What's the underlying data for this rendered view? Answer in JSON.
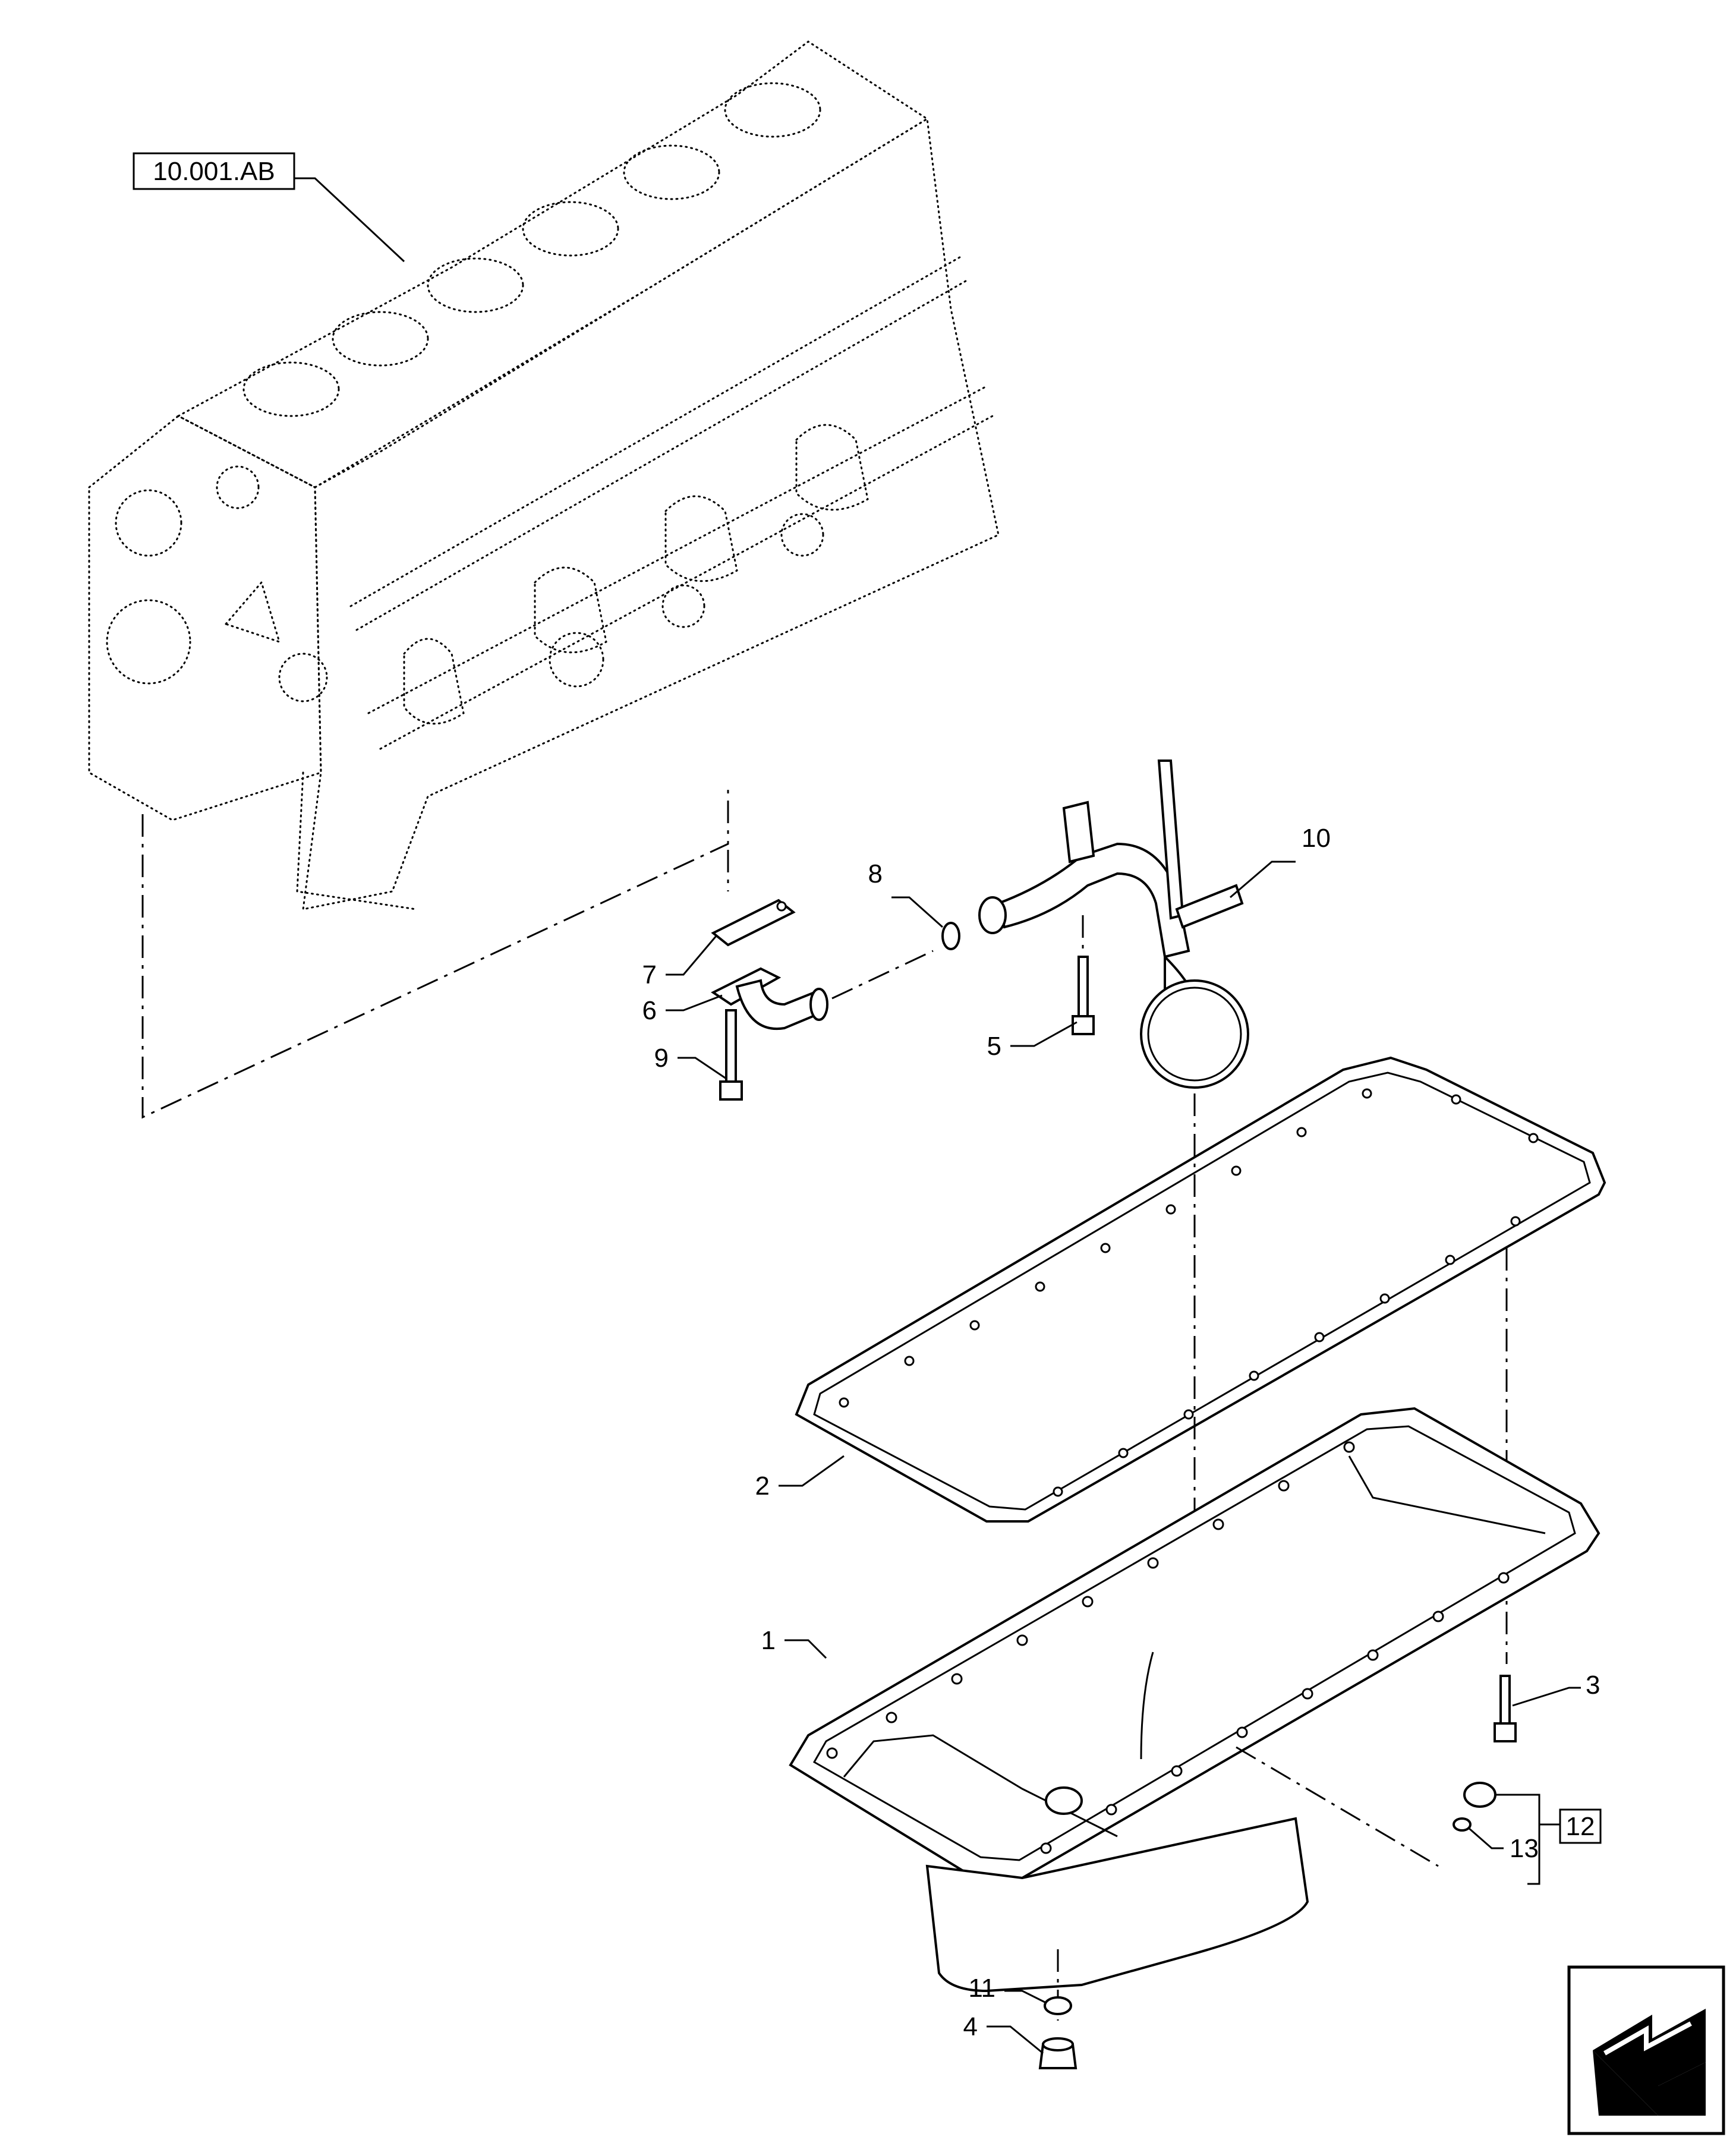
{
  "reference_box": "10.001.AB",
  "callouts": {
    "c1": "1",
    "c2": "2",
    "c3": "3",
    "c4": "4",
    "c5": "5",
    "c6": "6",
    "c7": "7",
    "c8": "8",
    "c9": "9",
    "c10": "10",
    "c11": "11",
    "c12": "12",
    "c13": "13"
  },
  "nav_icon": "front-direction-arrow-icon"
}
